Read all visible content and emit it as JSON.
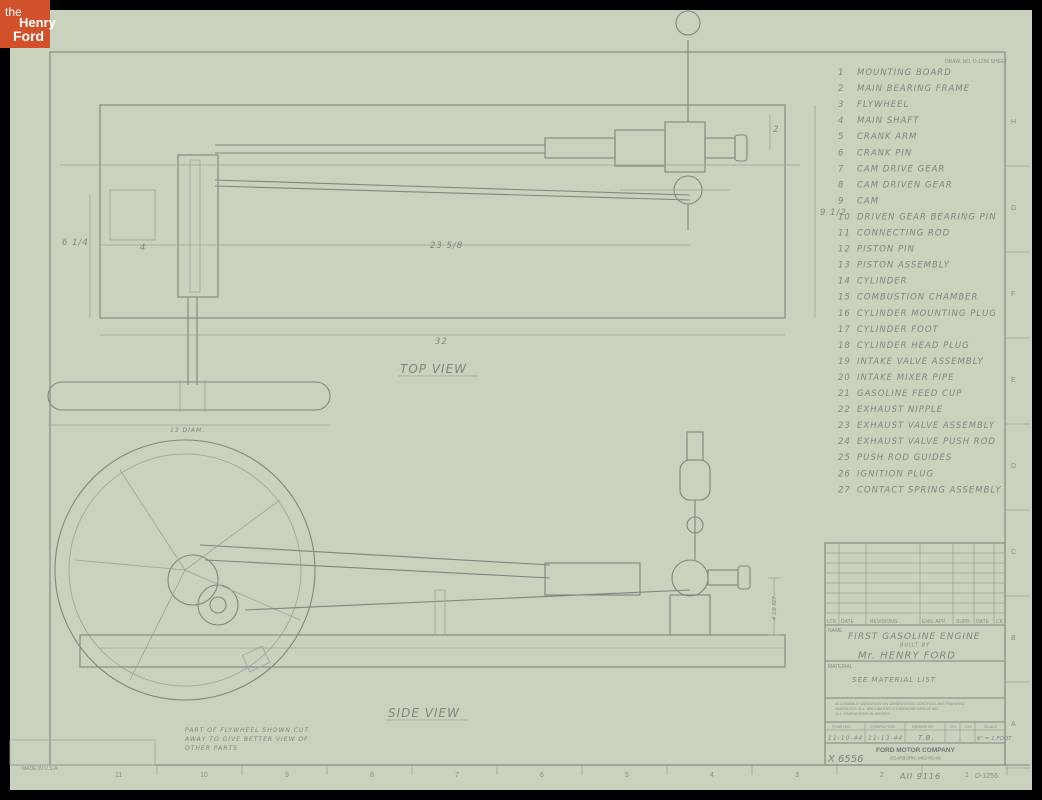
{
  "logo": {
    "line1": "the",
    "line2": "Henry",
    "line3": "Ford"
  },
  "drawing_number_top": "DRAW. NO. D-1256 SHEET",
  "views": {
    "top": "TOP VIEW",
    "side": "SIDE VIEW"
  },
  "dimensions": {
    "overall_length": "32",
    "inner_length": "23 5/8",
    "width": "9 1/2",
    "left_offset": "4",
    "left_height": "6 1/4",
    "flywheel_dia": "13 DIAM.",
    "cyl_offset": "2",
    "center_height": "4 3/8 REF"
  },
  "note": [
    "PART OF FLYWHEEL SHOWN CUT",
    "AWAY TO GIVE BETTER VIEW OF",
    "OTHER PARTS"
  ],
  "parts": [
    {
      "n": "1",
      "name": "MOUNTING BOARD"
    },
    {
      "n": "2",
      "name": "MAIN BEARING FRAME"
    },
    {
      "n": "3",
      "name": "FLYWHEEL"
    },
    {
      "n": "4",
      "name": "MAIN SHAFT"
    },
    {
      "n": "5",
      "name": "CRANK ARM"
    },
    {
      "n": "6",
      "name": "CRANK PIN"
    },
    {
      "n": "7",
      "name": "CAM DRIVE GEAR"
    },
    {
      "n": "8",
      "name": "CAM DRIVEN GEAR"
    },
    {
      "n": "9",
      "name": "CAM"
    },
    {
      "n": "10",
      "name": "DRIVEN GEAR BEARING PIN"
    },
    {
      "n": "11",
      "name": "CONNECTING ROD"
    },
    {
      "n": "12",
      "name": "PISTON PIN"
    },
    {
      "n": "13",
      "name": "PISTON ASSEMBLY"
    },
    {
      "n": "14",
      "name": "CYLINDER"
    },
    {
      "n": "15",
      "name": "COMBUSTION CHAMBER"
    },
    {
      "n": "16",
      "name": "CYLINDER MOUNTING PLUG"
    },
    {
      "n": "17",
      "name": "CYLINDER FOOT"
    },
    {
      "n": "18",
      "name": "CYLINDER HEAD PLUG"
    },
    {
      "n": "19",
      "name": "INTAKE VALVE ASSEMBLY"
    },
    {
      "n": "20",
      "name": "INTAKE MIXER PIPE"
    },
    {
      "n": "21",
      "name": "GASOLINE FEED CUP"
    },
    {
      "n": "22",
      "name": "EXHAUST NIPPLE"
    },
    {
      "n": "23",
      "name": "EXHAUST VALVE ASSEMBLY"
    },
    {
      "n": "24",
      "name": "EXHAUST VALVE PUSH ROD"
    },
    {
      "n": "25",
      "name": "PUSH ROD GUIDES"
    },
    {
      "n": "26",
      "name": "IGNITION PLUG"
    },
    {
      "n": "27",
      "name": "CONTACT SPRING ASSEMBLY"
    }
  ],
  "title_block": {
    "revisions_headers": [
      "LTR",
      "DATE",
      "REVISIONS",
      "ENG. APP.",
      "SUPP.",
      "DATE",
      "CK"
    ],
    "name_label": "NAME",
    "name_line1": "FIRST GASOLINE ENGINE",
    "name_line2": "BUILT BY",
    "name_line3": "Mr. HENRY FORD",
    "material_label": "MATERIAL",
    "material": "SEE MATERIAL LIST",
    "tolerance_note": [
      "ALLOWABLE VARIATION ON DIMENSIONS CONTROLLING FINISHED",
      "SURFACES IS ± .005 UNLESS OTHERWISE SPECIFIED",
      "ALL DIMENSIONS IN INCHES"
    ],
    "headers": [
      "STARTED",
      "COMPLETED",
      "DRAWN BY",
      "CH.",
      "CH.",
      "SCALE"
    ],
    "started": "11-10-44",
    "completed": "11-13-44",
    "drawn_by": "T.B.",
    "scale": "6\" = 1 FOOT",
    "company": "FORD MOTOR COMPANY",
    "location": "DEARBORN, MICHIGAN"
  },
  "handwritten": {
    "x_number": "X 6556",
    "bottom_code": "AII 9116",
    "sheet_code": "D-1256"
  },
  "row_letters": [
    "H",
    "G",
    "F",
    "E",
    "D",
    "C",
    "B",
    "A"
  ],
  "column_numbers": [
    "11",
    "10",
    "9",
    "8",
    "7",
    "6",
    "5",
    "4",
    "3",
    "2",
    "1"
  ],
  "corner_text": "MADE IN U.S.A."
}
